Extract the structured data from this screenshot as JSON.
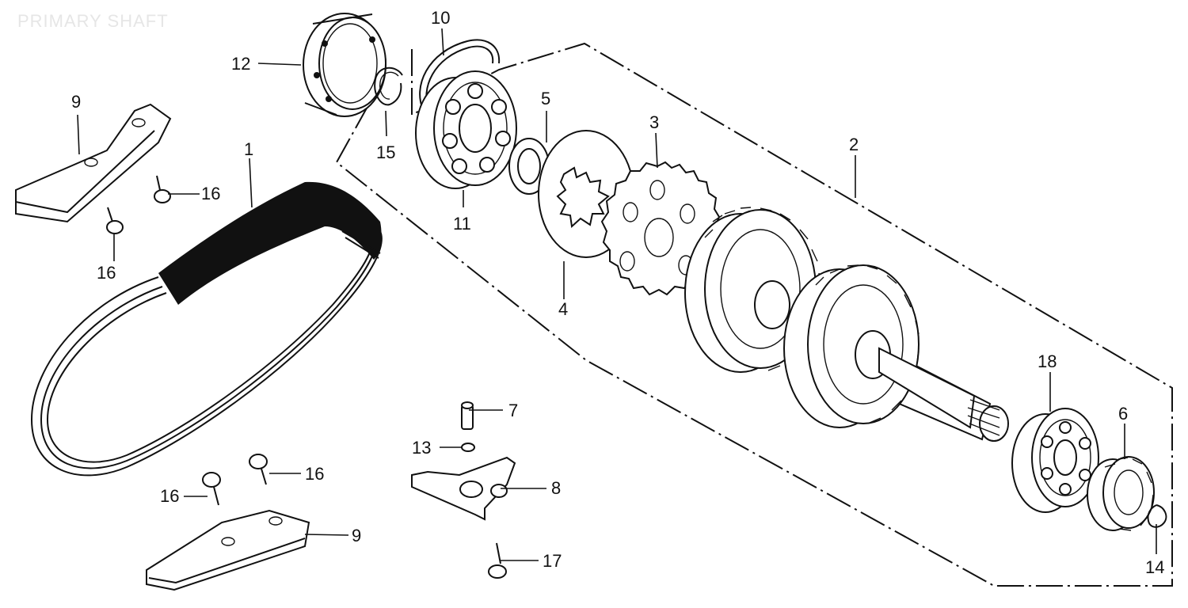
{
  "diagram": {
    "title": "PRIMARY SHAFT",
    "callouts": [
      {
        "id": "1",
        "label": "1"
      },
      {
        "id": "2",
        "label": "2"
      },
      {
        "id": "3",
        "label": "3"
      },
      {
        "id": "4",
        "label": "4"
      },
      {
        "id": "5",
        "label": "5"
      },
      {
        "id": "6",
        "label": "6"
      },
      {
        "id": "7",
        "label": "7"
      },
      {
        "id": "8",
        "label": "8"
      },
      {
        "id": "9a",
        "label": "9"
      },
      {
        "id": "9b",
        "label": "9"
      },
      {
        "id": "10",
        "label": "10"
      },
      {
        "id": "11",
        "label": "11"
      },
      {
        "id": "12",
        "label": "12"
      },
      {
        "id": "13",
        "label": "13"
      },
      {
        "id": "14",
        "label": "14"
      },
      {
        "id": "15",
        "label": "15"
      },
      {
        "id": "16a",
        "label": "16"
      },
      {
        "id": "16b",
        "label": "16"
      },
      {
        "id": "16c",
        "label": "16"
      },
      {
        "id": "16d",
        "label": "16"
      },
      {
        "id": "17",
        "label": "17"
      },
      {
        "id": "18",
        "label": "18"
      }
    ]
  }
}
